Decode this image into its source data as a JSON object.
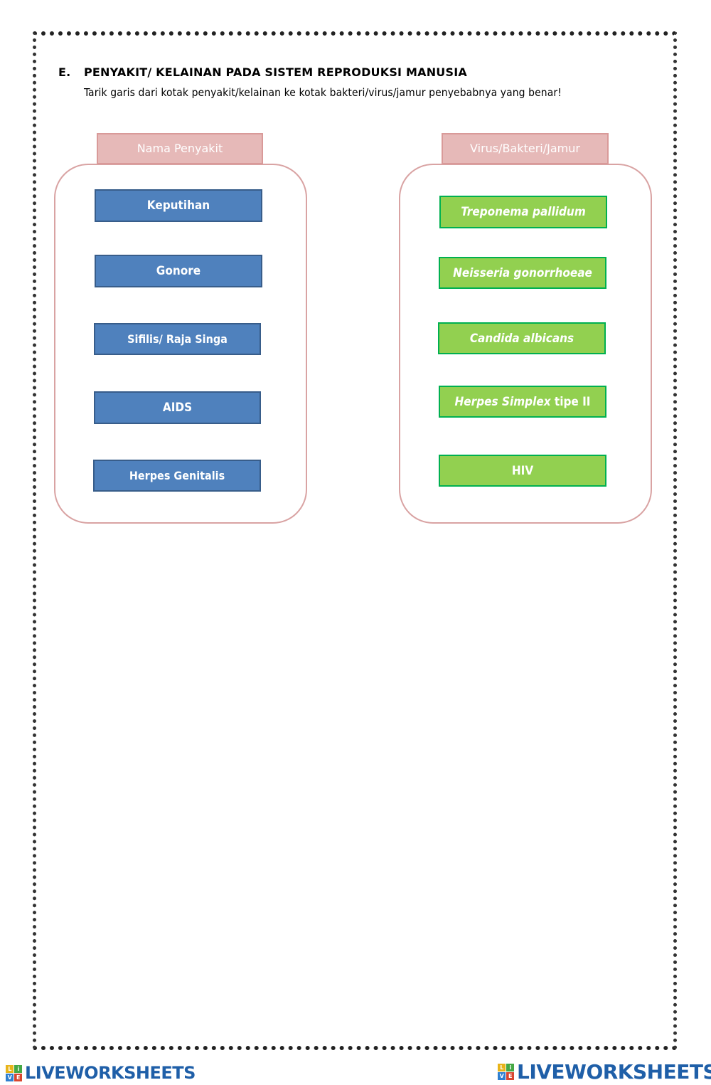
{
  "section": {
    "number": "E.",
    "title": "PENYAKIT/ KELAINAN PADA SISTEM REPRODUKSI MANUSIA",
    "instruction": "Tarik garis dari kotak penyakit/kelainan ke kotak bakteri/virus/jamur penyebabnya yang benar!"
  },
  "left_panel": {
    "header": "Nama Penyakit",
    "items": [
      "Keputihan",
      "Gonore",
      "Sifilis/ Raja Singa",
      "AIDS",
      "Herpes Genitalis"
    ]
  },
  "right_panel": {
    "header": "Virus/Bakteri/Jamur",
    "items": [
      {
        "italic": "Treponema pallidum",
        "normal": ""
      },
      {
        "italic": "Neisseria gonorrhoeae",
        "normal": ""
      },
      {
        "italic": "Candida albicans",
        "normal": ""
      },
      {
        "italic": "Herpes Simplex",
        "normal": " tipe II"
      },
      {
        "italic": "",
        "normal": "HIV"
      }
    ]
  },
  "footer": {
    "logo_text": "LIVEWORKSHEETS",
    "logo_letters": [
      "L",
      "i",
      "V",
      "E"
    ]
  },
  "colors": {
    "disease_box": "#4f81bd",
    "cause_box": "#92d050",
    "panel_border": "#d9a3a3",
    "tab_fill": "#e6b9b8",
    "logo_blue": "#1f5fa8"
  }
}
